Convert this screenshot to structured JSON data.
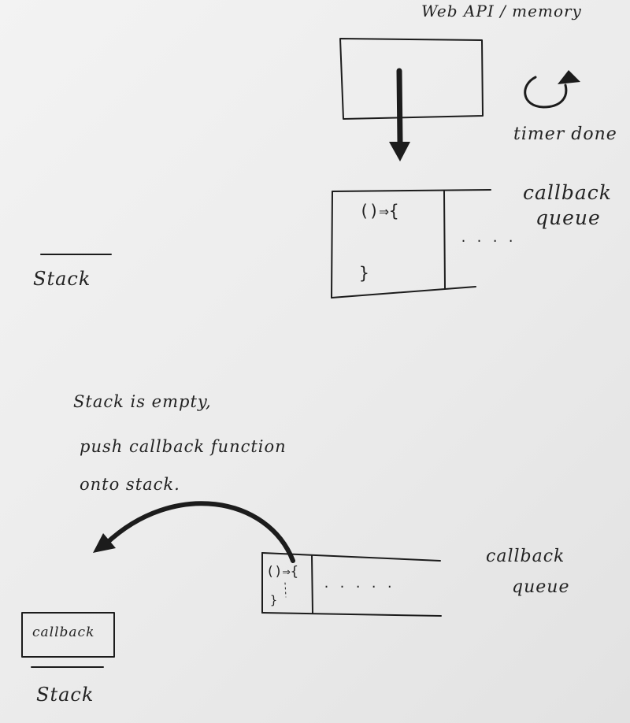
{
  "top": {
    "web_api_label": "Web API / memory",
    "timer_label": "timer done",
    "callback_queue_label_line1": "callback",
    "callback_queue_label_line2": "queue",
    "queue_entry_open": "()⇒{",
    "queue_entry_close": "}",
    "queue_ellipsis": ". . . .",
    "stack_label": "Stack"
  },
  "bottom": {
    "note_line1": "Stack is empty,",
    "note_line2": "push callback function",
    "note_line3": "onto stack.",
    "callback_queue_label_line1": "callback",
    "callback_queue_label_line2": "queue",
    "queue_entry_open": "()⇒{",
    "queue_entry_close": "}",
    "queue_ellipsis": ". . . . .",
    "stack_item_label": "callback",
    "stack_label": "Stack"
  },
  "colors": {
    "ink": "#1c1c1c",
    "paper": "#eeeeee"
  },
  "icons": {
    "rotate": "rotate-arrow-icon"
  }
}
